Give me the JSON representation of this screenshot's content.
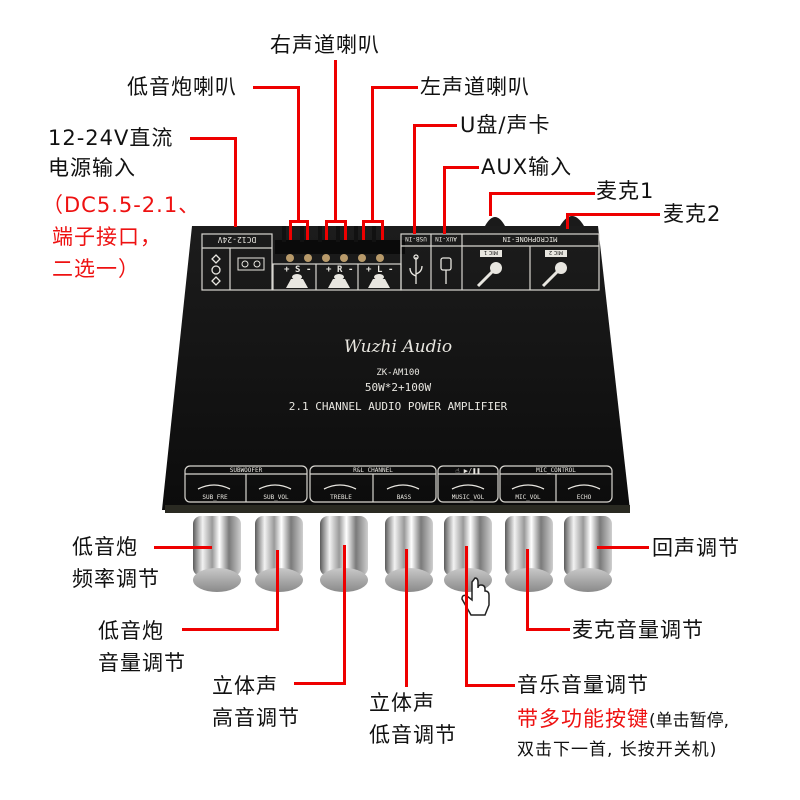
{
  "product": {
    "brand": "Wuzhi Audio",
    "model": "ZK-AM100",
    "power": "50W*2+100W",
    "description": "2.1 CHANNEL AUDIO POWER AMPLIFIER"
  },
  "top_panel": {
    "power_label": "DC12-24V",
    "speaker_terminals": [
      {
        "id": "S",
        "plus": "+",
        "minus": "-",
        "mark": "S"
      },
      {
        "id": "R",
        "plus": "+",
        "minus": "-",
        "mark": "R"
      },
      {
        "id": "L",
        "plus": "+",
        "minus": "-",
        "mark": "L"
      }
    ],
    "usb_label": "USB-IN",
    "aux_label": "AUX-IN",
    "mic_header": "MICROPHONE-IN",
    "mic1_label": "MIC 1",
    "mic2_label": "MIC 2"
  },
  "front_panel": {
    "groups": [
      {
        "title": "SUBWOOFER",
        "knobs": [
          "SUB_FRE",
          "SUB_VOL"
        ]
      },
      {
        "title": "R&L CHANNEL",
        "knobs": [
          "TREBLE",
          "BASS"
        ]
      },
      {
        "title": "☝ ▶/❚❚",
        "knobs": [
          "MUSIC_VOL"
        ]
      },
      {
        "title": "MIC_CONTROL",
        "knobs": [
          "MIC_VOL",
          "ECHO"
        ]
      }
    ],
    "minus": "-",
    "plus": "+"
  },
  "callouts": {
    "subwoofer_speaker": "低音炮喇叭",
    "right_speaker": "右声道喇叭",
    "left_speaker": "左声道喇叭",
    "power_line1": "12-24V直流",
    "power_line2": "电源输入",
    "power_note1": "（DC5.5-2.1、",
    "power_note2": "端子接口，",
    "power_note3": "二选一）",
    "usb": "U盘/声卡",
    "aux": "AUX输入",
    "mic1": "麦克1",
    "mic2": "麦克2",
    "sub_fre_line1": "低音炮",
    "sub_fre_line2": "频率调节",
    "sub_vol_line1": "低音炮",
    "sub_vol_line2": "音量调节",
    "treble_line1": "立体声",
    "treble_line2": "高音调节",
    "bass_line1": "立体声",
    "bass_line2": "低音调节",
    "music_vol": "音乐音量调节",
    "music_multi_red": "带多功能按键",
    "music_multi_note1": "(单击暂停,",
    "music_multi_note2": "双击下一首, 长按开关机)",
    "mic_vol": "麦克音量调节",
    "echo": "回声调节"
  },
  "colors": {
    "callout_line": "#ee0000",
    "board": "#121212",
    "panel_text": "#e8e6e0"
  }
}
